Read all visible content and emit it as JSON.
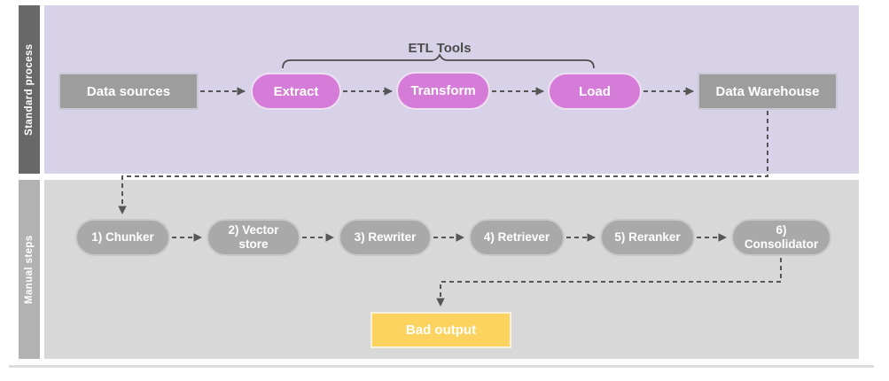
{
  "diagram": {
    "lanes": [
      {
        "label": "Standard process",
        "nodes": [
          {
            "id": "data-sources",
            "label": "Data sources",
            "shape": "rect"
          },
          {
            "id": "extract",
            "label": "Extract",
            "shape": "pill"
          },
          {
            "id": "transform",
            "label": "Transform",
            "shape": "pill"
          },
          {
            "id": "load",
            "label": "Load",
            "shape": "pill"
          },
          {
            "id": "data-warehouse",
            "label": "Data Warehouse",
            "shape": "rect"
          }
        ]
      },
      {
        "label": "Manual steps",
        "nodes": [
          {
            "id": "chunker",
            "label": "1) Chunker"
          },
          {
            "id": "vector-store",
            "label": "2) Vector store"
          },
          {
            "id": "rewriter",
            "label": "3) Rewriter"
          },
          {
            "id": "retriever",
            "label": "4) Retriever"
          },
          {
            "id": "reranker",
            "label": "5) Reranker"
          },
          {
            "id": "consolidator",
            "label": "6) Consolidator"
          }
        ]
      }
    ],
    "bracket": {
      "label": "ETL Tools"
    },
    "bad_output": {
      "label": "Bad output"
    },
    "colors": {
      "standard_lane_bg": "#d8d2e8",
      "standard_tab_bg": "#686868",
      "manual_lane_bg": "#d8d8d8",
      "manual_tab_bg": "#b2b2b2",
      "etl_pill_fill": "#d57bd8",
      "gray_box_fill": "#9d9d9d",
      "manual_pill_fill": "#a9a9a9",
      "bad_output_fill": "#fcd35e",
      "connector_stroke": "#565656",
      "node_text": "#ffffff",
      "bracket_text": "#4c4c4c"
    }
  }
}
